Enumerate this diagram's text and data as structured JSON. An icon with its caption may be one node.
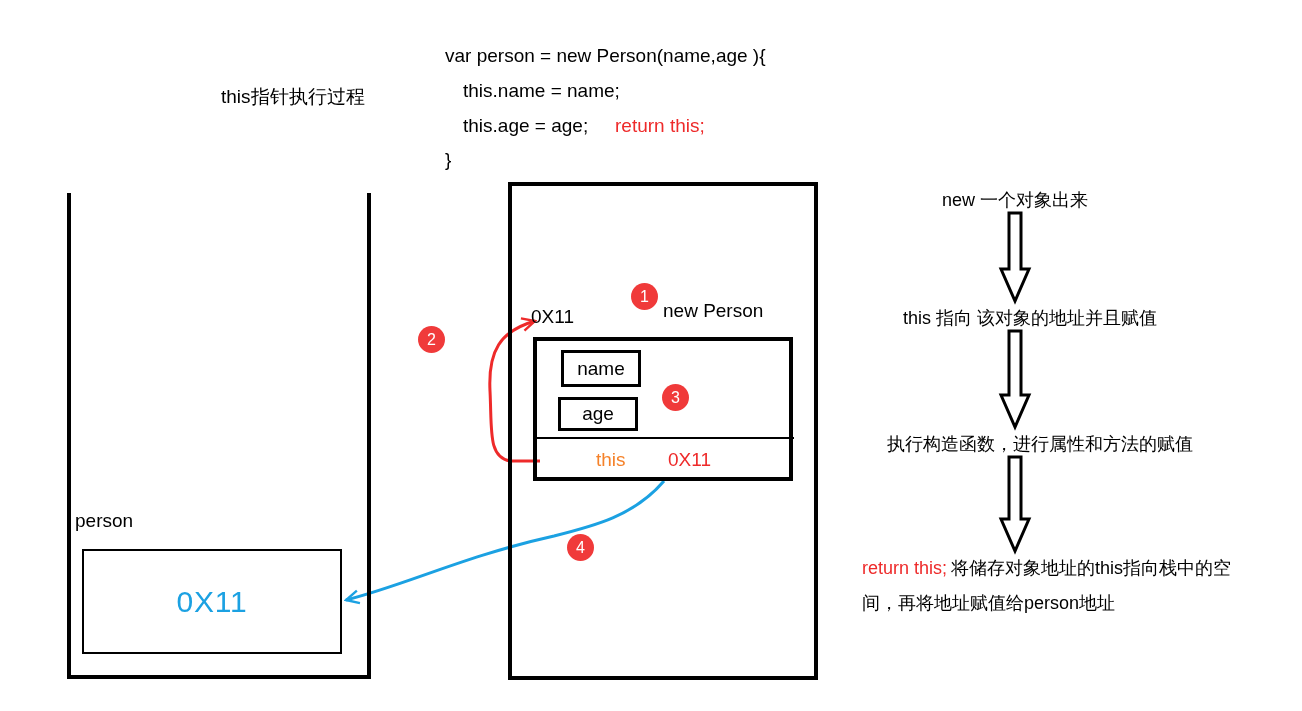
{
  "diagram": {
    "title": "this指针执行过程",
    "nodes": [
      {
        "text": [],
        "shape": "box"
      },
      {
        "text": [
          "0X11"
        ],
        "beside": [
          "person"
        ],
        "in": 0
      },
      {
        "text": [],
        "shape": "box"
      },
      {
        "text": [
          "0X11"
        ],
        "in": 2
      },
      {
        "text": [
          "new Person"
        ],
        "in": 2
      },
      {
        "text": [
          "name"
        ],
        "in": 4
      },
      {
        "text": [
          "age"
        ],
        "in": 4
      },
      {
        "text": [
          "this",
          "0X11"
        ],
        "in": 4
      },
      {
        "text": [
          "new 一个对象出来"
        ]
      },
      {
        "text": [
          "this 指向 该对象的地址并且赋值"
        ]
      },
      {
        "text": [
          "执行构造函数，进行属性和方法的赋值"
        ]
      },
      {
        "text": [
          "return this;",
          "将储存对象地址的this指向栈中的空间，再将地址赋值给person地址"
        ]
      }
    ],
    "edges": [
      {
        "from": 7,
        "to": 3,
        "arrow": "to",
        "color": "#ee2a2a"
      },
      {
        "from": 7,
        "to": 1,
        "arrow": "to",
        "color": "#1ba1e2"
      },
      {
        "from": 8,
        "to": 9,
        "arrow": "to",
        "style": "thick"
      },
      {
        "from": 9,
        "to": 10,
        "arrow": "to",
        "style": "thick"
      },
      {
        "from": 10,
        "to": 11,
        "arrow": "to",
        "style": "thick"
      }
    ],
    "labels": [
      "var person = new Person(name,age ){",
      "this.name = name;",
      "this.age = age;",
      "return this;",
      "}",
      "1",
      "2",
      "3",
      "4"
    ]
  }
}
